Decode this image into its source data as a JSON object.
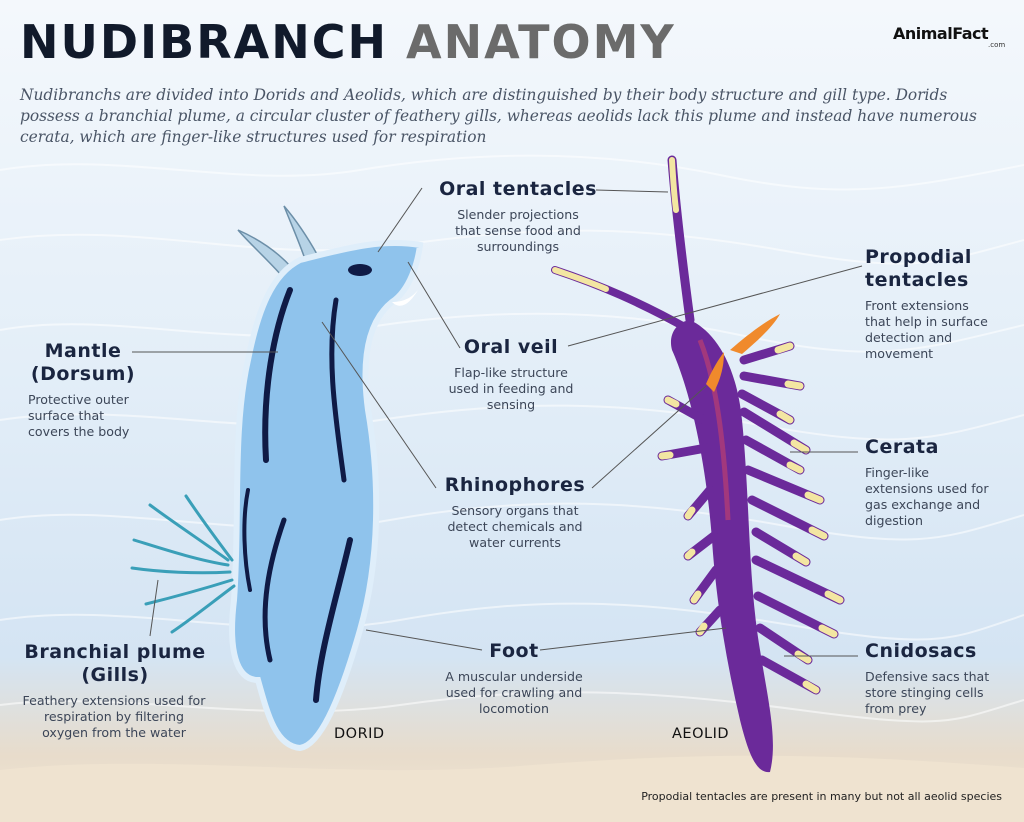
{
  "title": {
    "part1": "NUDIBRANCH",
    "part2": "ANATOMY"
  },
  "logo": {
    "name": "AnimalFact",
    "suffix": ".com"
  },
  "intro": "Nudibranchs are divided into Dorids and Aeolids, which are distinguished by their body structure and gill type. Dorids possess a branchial plume, a circular cluster of feathery gills, whereas aeolids lack this plume and instead have numerous cerata, which are finger-like structures used for respiration",
  "labels": {
    "oral_tentacles": {
      "title": "Oral tentacles",
      "desc": "Slender projections that sense food and surroundings"
    },
    "oral_veil": {
      "title": "Oral veil",
      "desc": "Flap-like structure used in feeding and sensing"
    },
    "rhinophores": {
      "title": "Rhinophores",
      "desc": "Sensory organs that detect chemicals and water currents"
    },
    "foot": {
      "title": "Foot",
      "desc": "A muscular underside used for crawling and locomotion"
    },
    "mantle": {
      "title": "Mantle (Dorsum)",
      "desc": "Protective outer surface that covers the body"
    },
    "branchial_plume": {
      "title": "Branchial plume (Gills)",
      "desc": "Feathery extensions used for respiration by filtering oxygen from the water"
    },
    "propodial_tentacles": {
      "title": "Propodial tentacles",
      "desc": "Front extensions that help in surface detection and movement"
    },
    "cerata": {
      "title": "Cerata",
      "desc": "Finger-like extensions used for gas exchange and digestion"
    },
    "cnidosacs": {
      "title": "Cnidosacs",
      "desc": "Defensive sacs that store stinging cells from prey"
    }
  },
  "species": {
    "dorid": "DORID",
    "aeolid": "AEOLID"
  },
  "footnote": "Propodial tentacles are present in many but not all aeolid species",
  "colors": {
    "dorid_body": "#8fc3ec",
    "dorid_stripe": "#0f1a45",
    "aeolid_body": "#6b2a9a",
    "cerata_tip": "#f3e6a2",
    "gills": "#3a9fb8"
  }
}
